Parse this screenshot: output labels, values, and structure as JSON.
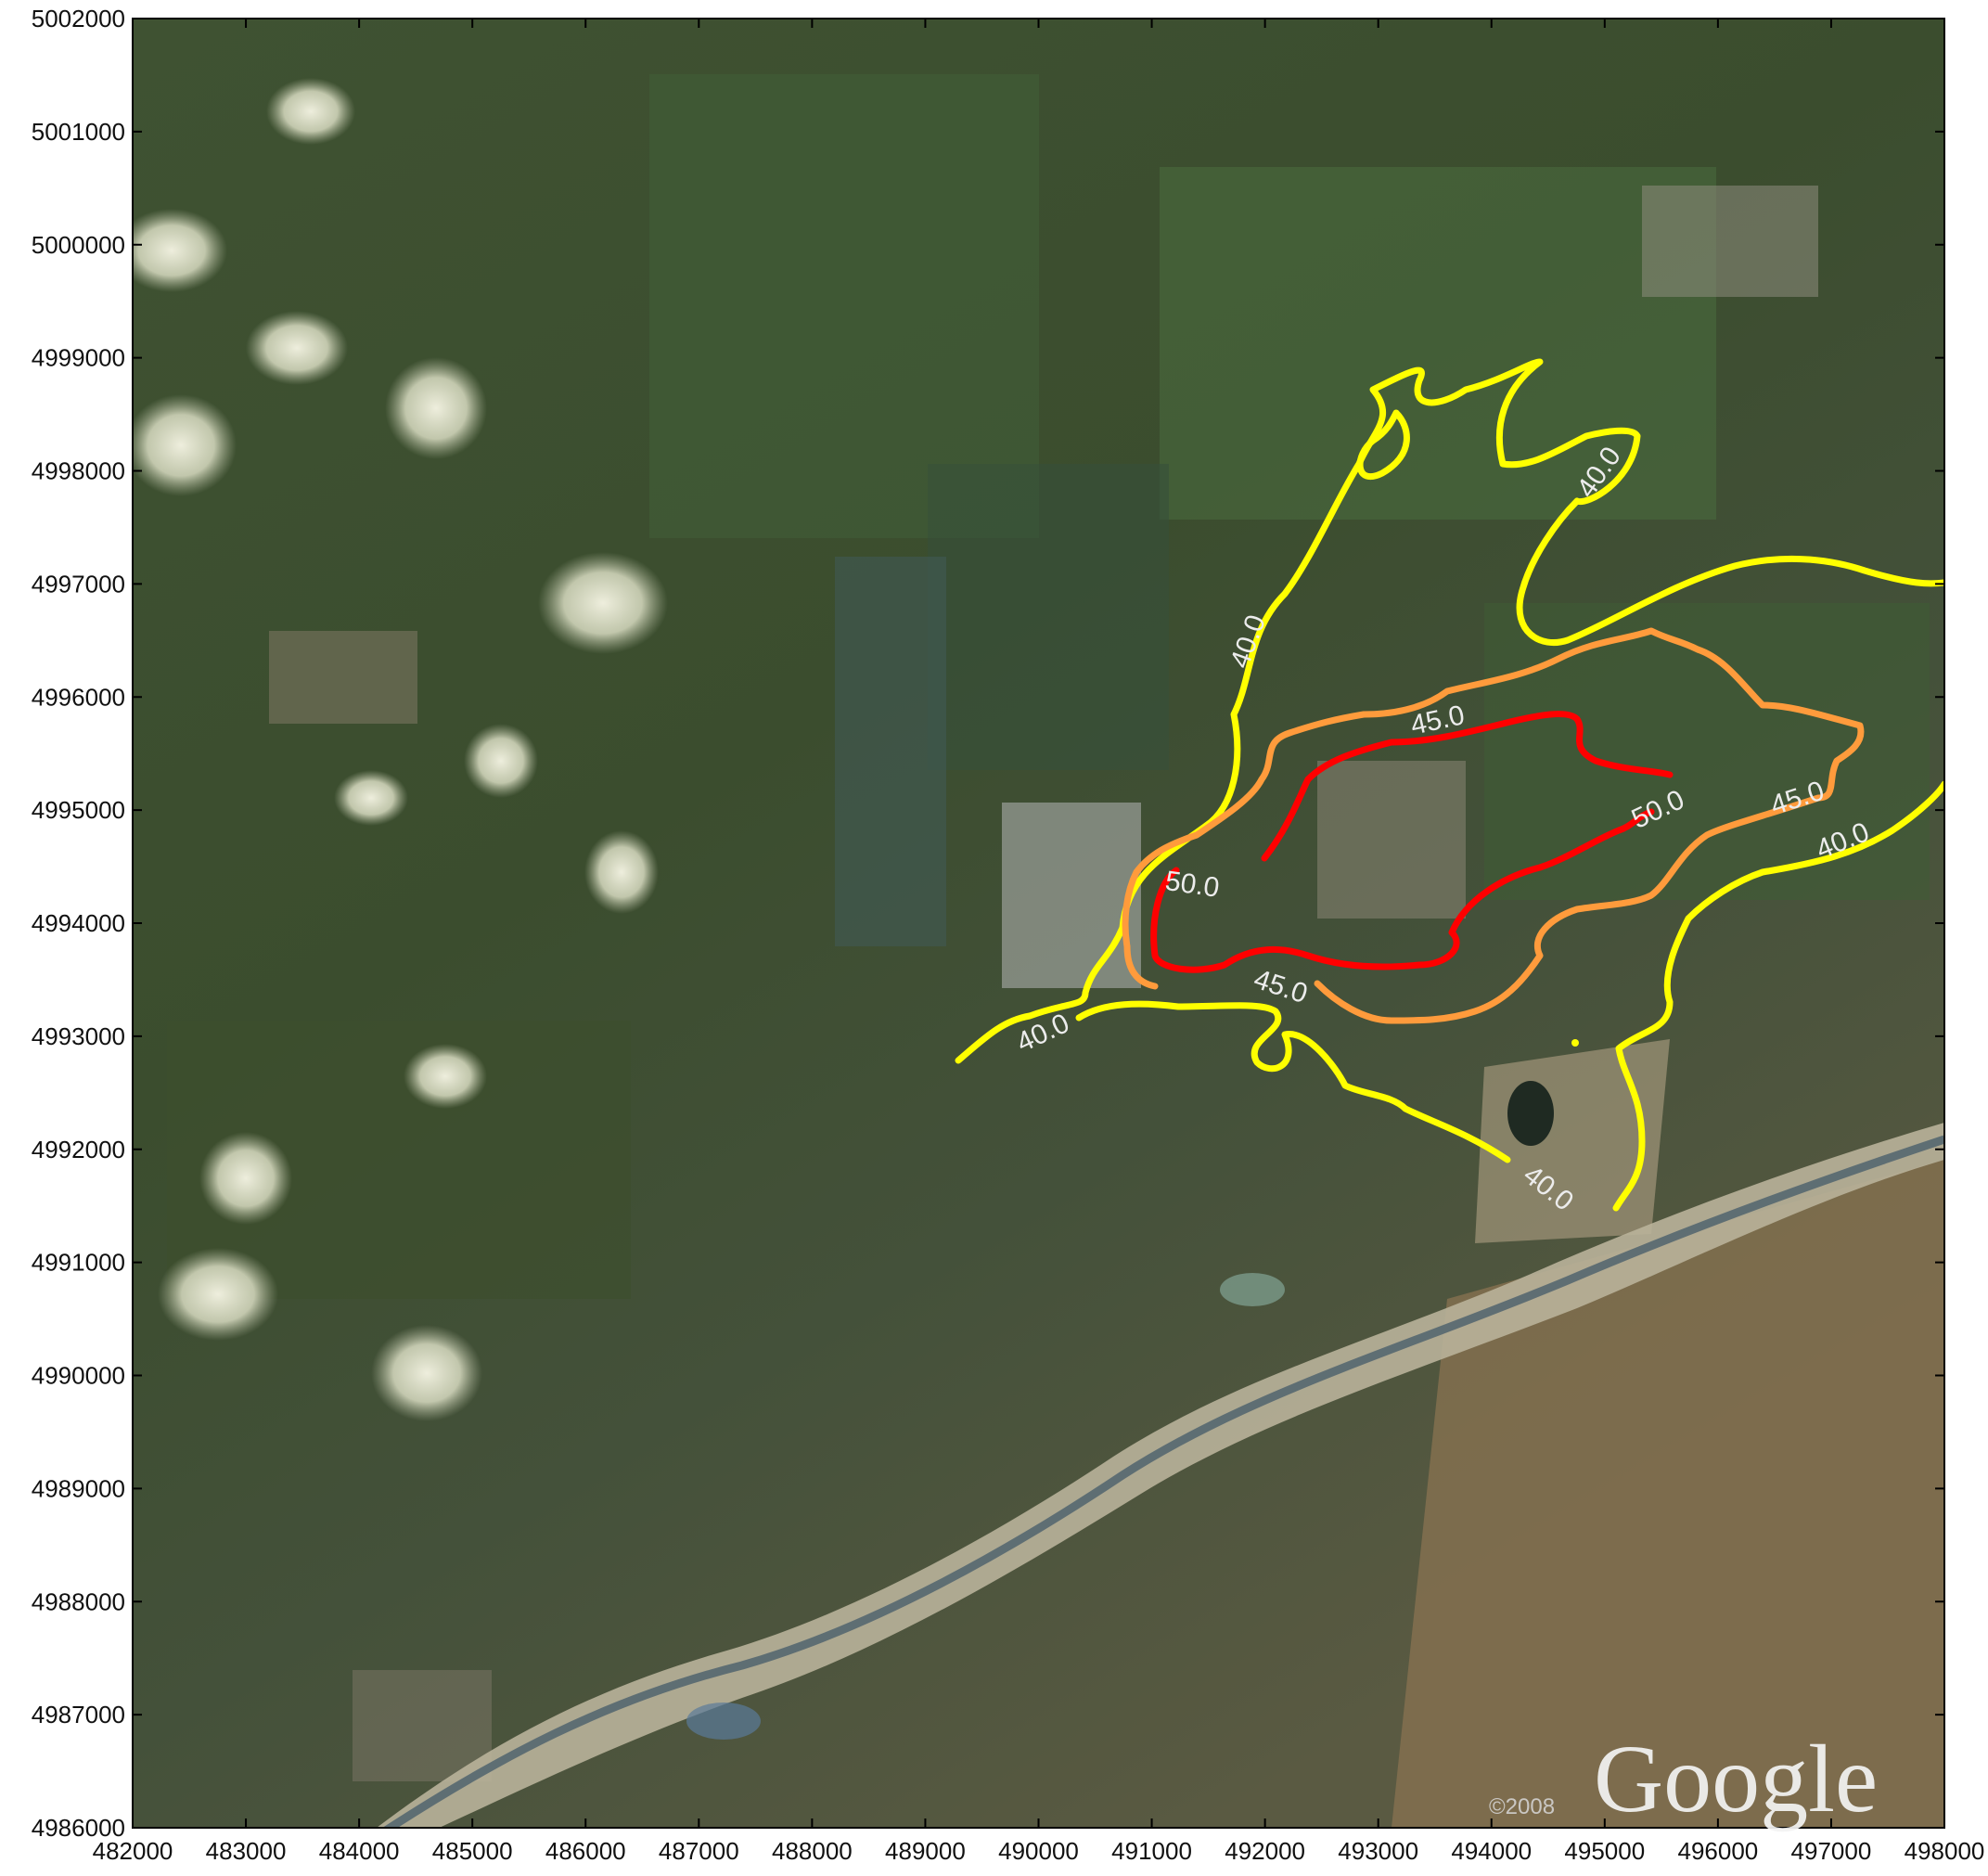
{
  "map": {
    "x_ticks": [
      "482000",
      "483000",
      "484000",
      "485000",
      "486000",
      "487000",
      "488000",
      "489000",
      "490000",
      "491000",
      "492000",
      "493000",
      "494000",
      "495000",
      "496000",
      "497000",
      "498000"
    ],
    "y_ticks": [
      "5002000",
      "5001000",
      "5000000",
      "4999000",
      "4998000",
      "4997000",
      "4996000",
      "4995000",
      "4994000",
      "4993000",
      "4992000",
      "4991000",
      "4990000",
      "4989000",
      "4988000",
      "4987000",
      "4986000"
    ],
    "contours": [
      {
        "level": 40.0,
        "color": "#ffff00"
      },
      {
        "level": 45.0,
        "color": "#ff9b3c"
      },
      {
        "level": 50.0,
        "color": "#ff0000"
      }
    ],
    "contour_labels": [
      {
        "text": "40.0",
        "level": 40.0
      },
      {
        "text": "40.0",
        "level": 40.0
      },
      {
        "text": "40.0",
        "level": 40.0
      },
      {
        "text": "40.0",
        "level": 40.0
      },
      {
        "text": "40.0",
        "level": 40.0
      },
      {
        "text": "45.0",
        "level": 45.0
      },
      {
        "text": "45.0",
        "level": 45.0
      },
      {
        "text": "45.0",
        "level": 45.0
      },
      {
        "text": "50.0",
        "level": 50.0
      },
      {
        "text": "50.0",
        "level": 50.0
      }
    ],
    "watermark": "Google",
    "copyright": "©2008",
    "colors": {
      "imagery_dark": "#3a4a2c",
      "imagery_field": "#4f6538",
      "river_gravel": "#b9b29a",
      "farmland_brown": "#8a7351",
      "cloud": "#e6e6cf"
    }
  }
}
